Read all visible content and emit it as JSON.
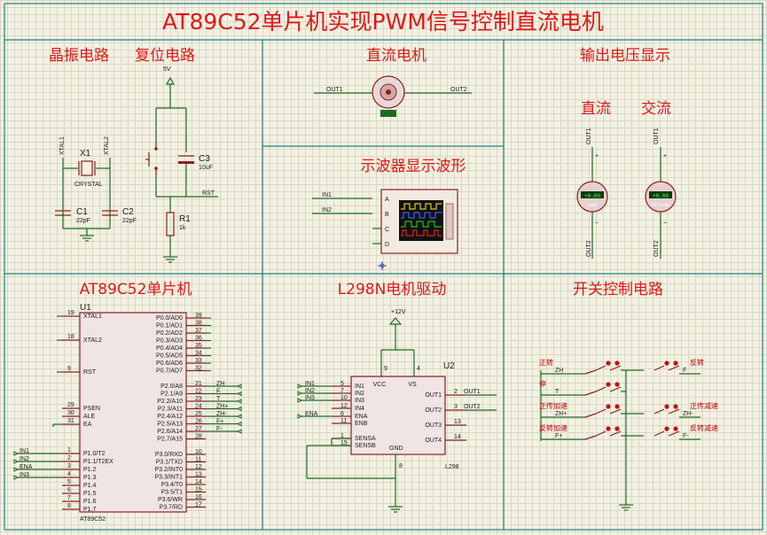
{
  "title": "AT89C52单片机实现PWM信号控制直流电机",
  "sections": {
    "crystal": "晶振电路",
    "reset": "复位电路",
    "motor": "直流电机",
    "scope": "示波器显示波形",
    "output": "输出电压显示",
    "dc": "直流",
    "ac": "交流",
    "mcu": "AT89C52单片机",
    "driver": "L298N电机驱动",
    "switch": "开关控制电路"
  },
  "crystal": {
    "x1": "X1",
    "crystal": "CRYSTAL",
    "xtal1": "XTAL1",
    "xtal2": "XTAL2",
    "c1": "C1",
    "c1v": "22pF",
    "c2": "C2",
    "c2v": "22pF"
  },
  "reset": {
    "v5": "5V",
    "c3": "C3",
    "c3v": "10uF",
    "rst": "RST",
    "r1": "R1",
    "r1v": "1k"
  },
  "motor": {
    "out1": "OUT1",
    "out2": "OUT2"
  },
  "scope": {
    "in1": "IN1",
    "in2": "IN2",
    "ch": [
      "A",
      "B",
      "C",
      "D"
    ]
  },
  "meters": {
    "dc": {
      "top": "OUT1",
      "bottom": "OUT2",
      "reading": "+0.00",
      "unit": "Volts"
    },
    "ac": {
      "top": "OUT1",
      "bottom": "OUT2",
      "reading": "+0.00",
      "unit": "AC Volts"
    }
  },
  "mcu": {
    "ref": "U1",
    "part": "AT89C52",
    "left_pins": [
      {
        "num": "19",
        "name": "XTAL1"
      },
      {
        "num": "18",
        "name": "XTAL2"
      },
      {
        "num": "9",
        "name": "RST"
      },
      {
        "num": "29",
        "name": "PSEN"
      },
      {
        "num": "30",
        "name": "ALE"
      },
      {
        "num": "31",
        "name": "EA"
      },
      {
        "num": "1",
        "name": "P1.0/T2"
      },
      {
        "num": "2",
        "name": "P1.1/T2EX"
      },
      {
        "num": "3",
        "name": "P1.2"
      },
      {
        "num": "4",
        "name": "P1.3"
      },
      {
        "num": "5",
        "name": "P1.4"
      },
      {
        "num": "6",
        "name": "P1.5"
      },
      {
        "num": "7",
        "name": "P1.6"
      },
      {
        "num": "8",
        "name": "P1.7"
      }
    ],
    "right_pins": [
      {
        "num": "39",
        "name": "P0.0/AD0"
      },
      {
        "num": "38",
        "name": "P0.1/AD1"
      },
      {
        "num": "37",
        "name": "P0.2/AD2"
      },
      {
        "num": "36",
        "name": "P0.3/AD3"
      },
      {
        "num": "35",
        "name": "P0.4/AD4"
      },
      {
        "num": "34",
        "name": "P0.5/AD5"
      },
      {
        "num": "33",
        "name": "P0.6/AD6"
      },
      {
        "num": "32",
        "name": "P0.7/AD7"
      },
      {
        "num": "21",
        "name": "P2.0/A8"
      },
      {
        "num": "22",
        "name": "P2.1/A9"
      },
      {
        "num": "23",
        "name": "P2.2/A10"
      },
      {
        "num": "24",
        "name": "P2.3/A11"
      },
      {
        "num": "25",
        "name": "P2.4/A12"
      },
      {
        "num": "26",
        "name": "P2.5/A13"
      },
      {
        "num": "27",
        "name": "P2.6/A14"
      },
      {
        "num": "28",
        "name": "P2.7/A15"
      },
      {
        "num": "10",
        "name": "P3.0/RXD"
      },
      {
        "num": "11",
        "name": "P3.1/TXD"
      },
      {
        "num": "12",
        "name": "P3.2/INT0"
      },
      {
        "num": "13",
        "name": "P3.3/INT1"
      },
      {
        "num": "14",
        "name": "P3.4/T0"
      },
      {
        "num": "15",
        "name": "P3.5/T1"
      },
      {
        "num": "16",
        "name": "P3.6/WR"
      },
      {
        "num": "17",
        "name": "P3.7/RD"
      }
    ],
    "p2_nets": [
      "ZH",
      "F",
      "T",
      "ZH+",
      "ZH-",
      "F+",
      "F-"
    ],
    "p1_nets": [
      "IN1",
      "IN2",
      "ENA",
      "IN3"
    ]
  },
  "driver": {
    "ref": "U2",
    "part": "L298",
    "v12": "+12V",
    "in_nets": [
      "IN1",
      "IN2",
      "IN3",
      "ENA"
    ],
    "left_pins": [
      {
        "num": "5",
        "name": "IN1"
      },
      {
        "num": "7",
        "name": "IN2"
      },
      {
        "num": "10",
        "name": "IN3"
      },
      {
        "num": "12",
        "name": "IN4"
      },
      {
        "num": "6",
        "name": "ENA"
      },
      {
        "num": "11",
        "name": "ENB"
      },
      {
        "num": "1",
        "name": "SENSA"
      },
      {
        "num": "15",
        "name": "SENSB"
      }
    ],
    "right_pins": [
      {
        "num": "2",
        "name": "OUT1"
      },
      {
        "num": "3",
        "name": "OUT2"
      },
      {
        "num": "13",
        "name": "OUT3"
      },
      {
        "num": "14",
        "name": "OUT4"
      }
    ],
    "top_pins": [
      {
        "num": "9",
        "name": "VCC"
      },
      {
        "num": "4",
        "name": "VS"
      }
    ],
    "gnd_pin": {
      "num": "8",
      "name": "GND"
    },
    "out_nets": [
      "OUT1",
      "OUT2"
    ]
  },
  "switches": {
    "left": [
      {
        "label": "正转",
        "net": "ZH"
      },
      {
        "label": "停",
        "net": "T"
      },
      {
        "label": "正传加速",
        "net": "ZH+"
      },
      {
        "label": "反转加速",
        "net": "F+"
      }
    ],
    "right": [
      {
        "label": "反转",
        "net": "F"
      },
      {
        "label": "正传减速",
        "net": "ZH-"
      },
      {
        "label": "反转减速",
        "net": "F-"
      }
    ]
  }
}
